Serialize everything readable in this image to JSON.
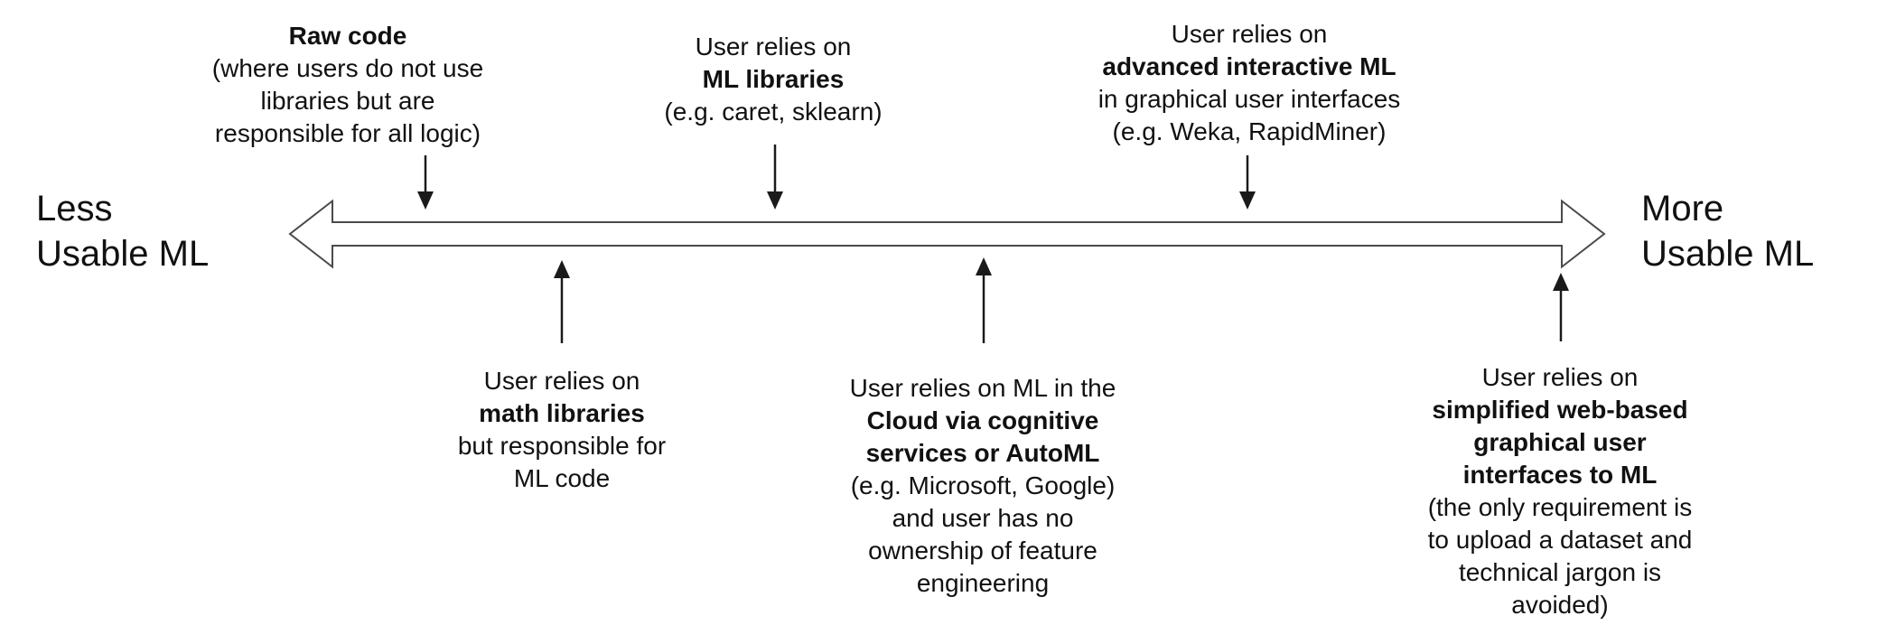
{
  "colors": {
    "background": "#ffffff",
    "text": "#111111",
    "axis_outline": "#4a4a4a",
    "pointer": "#1a1a1a"
  },
  "axis": {
    "left_label": {
      "line1": "Less",
      "line2": "Usable ML"
    },
    "right_label": {
      "line1": "More",
      "line2": "Usable ML"
    }
  },
  "annotations": [
    {
      "id": "raw-code",
      "position": "above-axis",
      "lines": [
        {
          "text": "Raw code",
          "bold": true
        },
        {
          "text": "(where users do not use",
          "bold": false
        },
        {
          "text": "libraries but are",
          "bold": false
        },
        {
          "text": "responsible for all logic)",
          "bold": false
        }
      ]
    },
    {
      "id": "ml-libraries",
      "position": "above-axis",
      "lines": [
        {
          "text": "User relies on",
          "bold": false
        },
        {
          "text": "ML libraries",
          "bold": true
        },
        {
          "text": "(e.g. caret, sklearn)",
          "bold": false
        }
      ]
    },
    {
      "id": "advanced-interactive-ml",
      "position": "above-axis",
      "lines": [
        {
          "text": "User relies on",
          "bold": false
        },
        {
          "text": "advanced interactive ML",
          "bold": true
        },
        {
          "text": "in graphical user interfaces",
          "bold": false
        },
        {
          "text": "(e.g. Weka, RapidMiner)",
          "bold": false
        }
      ]
    },
    {
      "id": "math-libraries",
      "position": "below-axis",
      "lines": [
        {
          "text": "User relies on",
          "bold": false
        },
        {
          "text": "math libraries",
          "bold": true
        },
        {
          "text": "but responsible for",
          "bold": false
        },
        {
          "text": "ML code",
          "bold": false
        }
      ]
    },
    {
      "id": "cloud-cognitive-automl",
      "position": "below-axis",
      "lines": [
        {
          "text": "User relies on ML in the",
          "bold": false
        },
        {
          "text": "Cloud via cognitive",
          "bold": true
        },
        {
          "text": "services or AutoML",
          "bold": true
        },
        {
          "text": "(e.g. Microsoft, Google)",
          "bold": false
        },
        {
          "text": "and user has no",
          "bold": false
        },
        {
          "text": "ownership of feature",
          "bold": false
        },
        {
          "text": "engineering",
          "bold": false
        }
      ]
    },
    {
      "id": "simplified-web-gui",
      "position": "below-axis",
      "lines": [
        {
          "text": "User relies on",
          "bold": false
        },
        {
          "text": "simplified web-based",
          "bold": true
        },
        {
          "text": "graphical user",
          "bold": true
        },
        {
          "text": "interfaces to ML",
          "bold": true
        },
        {
          "text": "(the only requirement is",
          "bold": false
        },
        {
          "text": "to upload a dataset and",
          "bold": false
        },
        {
          "text": "technical jargon is",
          "bold": false
        },
        {
          "text": "avoided)",
          "bold": false
        }
      ]
    }
  ]
}
